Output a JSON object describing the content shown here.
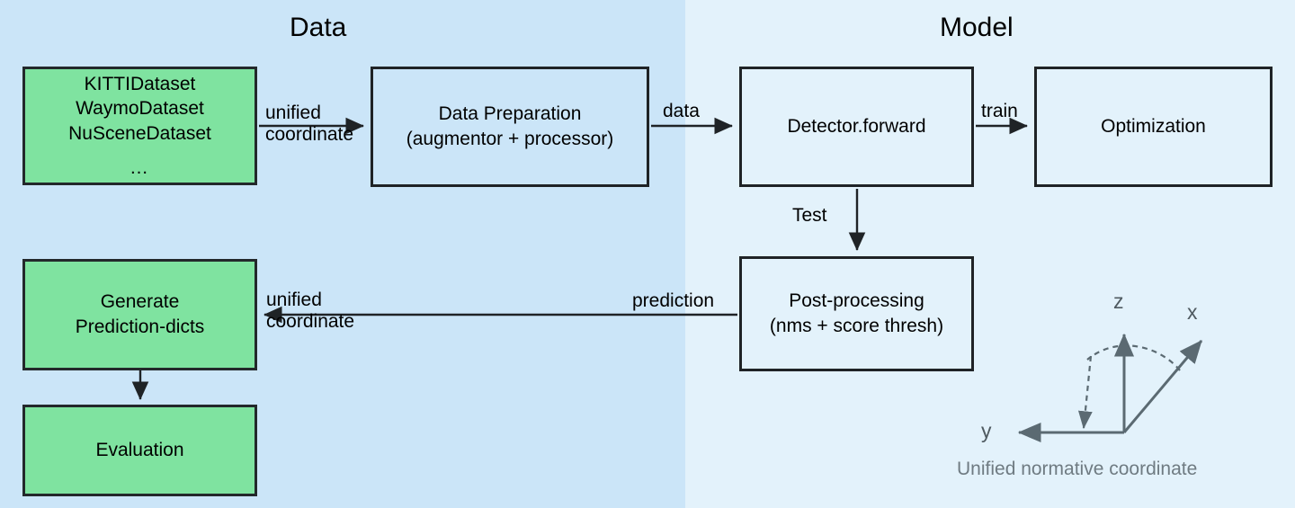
{
  "sections": {
    "left_title": "Data",
    "right_title": "Model"
  },
  "nodes": {
    "datasets": {
      "line1": "KITTIDataset",
      "line2": "WaymoDataset",
      "line3": "NuSceneDataset",
      "line4": "…"
    },
    "data_preparation": {
      "line1": "Data Preparation",
      "line2": "(augmentor + processor)"
    },
    "detector_forward": {
      "line1": "Detector.forward"
    },
    "optimization": {
      "line1": "Optimization"
    },
    "post_processing": {
      "line1": "Post-processing",
      "line2": "(nms + score thresh)"
    },
    "generate_prediction_dicts": {
      "line1": "Generate",
      "line2": "Prediction-dicts"
    },
    "evaluation": {
      "line1": "Evaluation"
    }
  },
  "edges": {
    "datasets_to_prep": {
      "line1": "unified",
      "line2": "coordinate"
    },
    "prep_to_detector": {
      "line1": "data"
    },
    "detector_to_optimization": {
      "line1": "train"
    },
    "detector_to_post": {
      "line1": "Test"
    },
    "post_to_generate_left": {
      "line1": "unified",
      "line2": "coordinate"
    },
    "post_to_generate_right": {
      "line1": "prediction"
    }
  },
  "coordinate_figure": {
    "axis_z": "z",
    "axis_x": "x",
    "axis_y": "y",
    "caption": "Unified normative coordinate"
  },
  "colors": {
    "background_left": "#cbe5f8",
    "background_right": "#e3f2fb",
    "node_green": "#7fe3a0",
    "node_border": "#1f2326",
    "arrow": "#1f2326",
    "axis_gray": "#5b6a72",
    "caption_gray": "#6f7b82"
  }
}
